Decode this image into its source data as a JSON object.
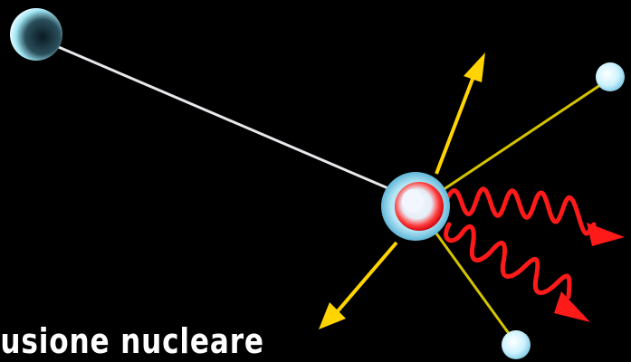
{
  "caption": "fusione nucleare",
  "colors": {
    "background": "#000000",
    "trajectory": "#e8e8ec",
    "arrows": "#ffd400",
    "particle_tracks": "#d4c400",
    "gamma_waves": "#ff1a1a",
    "particle_fill": "#bfefff",
    "nucleus_ring": "#cfeeff",
    "nucleus_core": "#e4101c",
    "caption_text": "#ffffff"
  },
  "elements": {
    "incoming_particle": "sphere",
    "nucleus": "collision-nucleus",
    "outgoing_particles": [
      "particle-upper-right",
      "particle-lower-right"
    ],
    "emissions": [
      "gamma-ray-upper",
      "gamma-ray-lower"
    ],
    "arrows": [
      "arrow-up",
      "arrow-down-left"
    ]
  }
}
